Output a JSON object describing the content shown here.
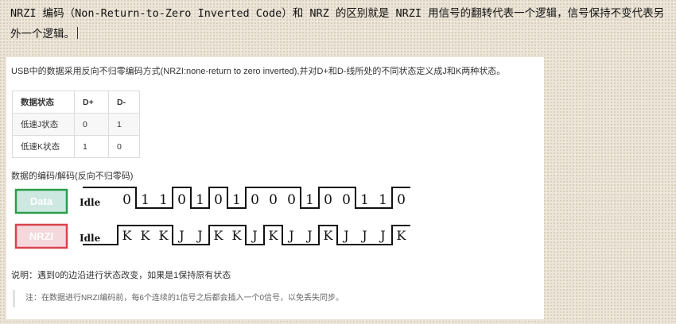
{
  "intro": {
    "line1": "NRZI 编码（Non-Return-to-Zero Inverted Code）和 NRZ 的区别就是 NRZI 用信号的翻转代表一个逻辑，信号保持不变代表另",
    "line2": "外一个逻辑。"
  },
  "card": {
    "description": "USB中的数据采用反向不归零编码方式(NRZI:none-return to zero inverted),并对D+和D-线所处的不同状态定义成J和K两种状态。",
    "table": {
      "headers": [
        "数据状态",
        "D+",
        "D-"
      ],
      "rows": [
        [
          "低速J状态",
          "0",
          "1"
        ],
        [
          "低速K状态",
          "1",
          "0"
        ]
      ]
    },
    "caption": "数据的编码/解码(反向不归零码)",
    "diagram": {
      "data_label": "Data",
      "nrzi_label": "NRZI",
      "idle_label": "Idle",
      "data_bits": [
        "0",
        "1",
        "1",
        "0",
        "1",
        "0",
        "1",
        "0",
        "0",
        "0",
        "1",
        "0",
        "0",
        "1",
        "1",
        "0"
      ],
      "nrzi_states": [
        "K",
        "K",
        "K",
        "J",
        "J",
        "K",
        "K",
        "J",
        "K",
        "J",
        "J",
        "K",
        "J",
        "J",
        "J",
        "K"
      ],
      "colors": {
        "data_fill": "#cde8e0",
        "data_border": "#2a9d4a",
        "nrzi_fill": "#f4d8dc",
        "nrzi_border": "#d9434f"
      }
    },
    "note1": "说明：遇到0的边沿进行状态改变，如果是1保持原有状态",
    "note2": "注：在数据进行NRZI编码前，每6个连续的1信号之后都会插入一个0信号，以免丢失同步。"
  }
}
